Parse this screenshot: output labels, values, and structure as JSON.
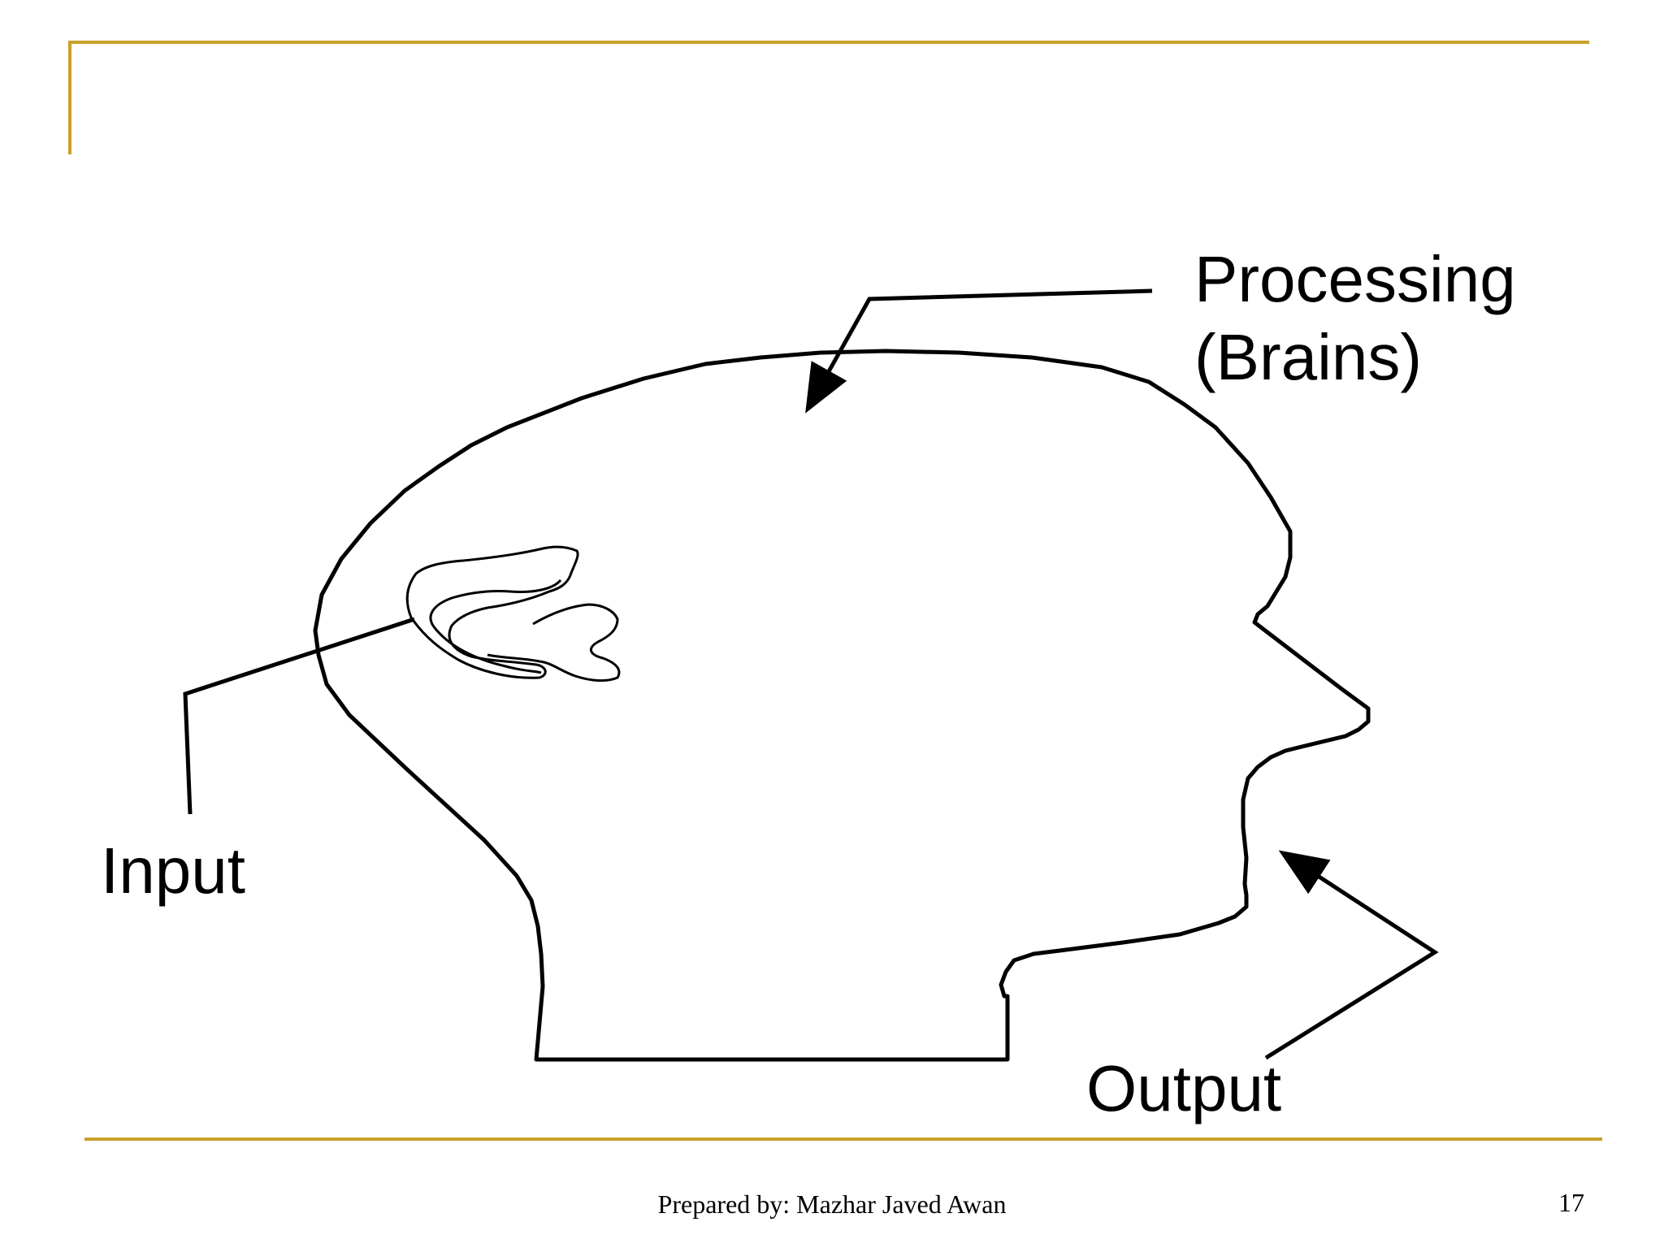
{
  "colors": {
    "accent_rule": "#C8A02A",
    "ink": "#000000",
    "background": "#FFFFFF"
  },
  "diagram": {
    "labels": {
      "processing_line1": "Processing",
      "processing_line2": "(Brains)",
      "input": "Input",
      "output": "Output"
    }
  },
  "footer": {
    "author": "Prepared by: Mazhar Javed Awan",
    "page_number": "17"
  }
}
